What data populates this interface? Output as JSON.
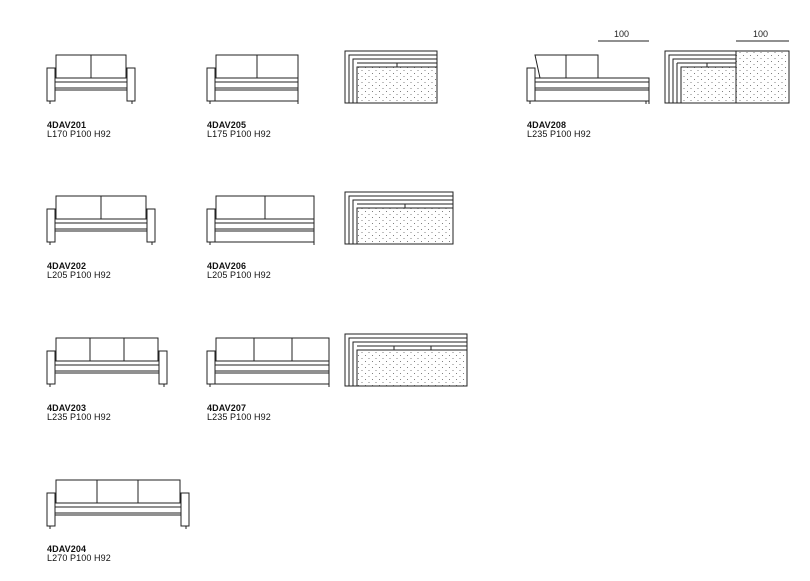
{
  "models": [
    {
      "code": "4DAV201",
      "dims": "L170 P100 H92"
    },
    {
      "code": "4DAV205",
      "dims": "L175 P100 H92"
    },
    {
      "code": "4DAV208",
      "dims": "L235 P100 H92"
    },
    {
      "code": "4DAV202",
      "dims": "L205 P100 H92"
    },
    {
      "code": "4DAV206",
      "dims": "L205 P100 H92"
    },
    {
      "code": "4DAV203",
      "dims": "L235 P100 H92"
    },
    {
      "code": "4DAV207",
      "dims": "L235 P100 H92"
    },
    {
      "code": "4DAV204",
      "dims": "L270 P100 H92"
    }
  ],
  "dimension_labels": [
    "100",
    "100"
  ],
  "colors": {
    "line": "#222222",
    "text": "#111111",
    "background": "#ffffff"
  }
}
